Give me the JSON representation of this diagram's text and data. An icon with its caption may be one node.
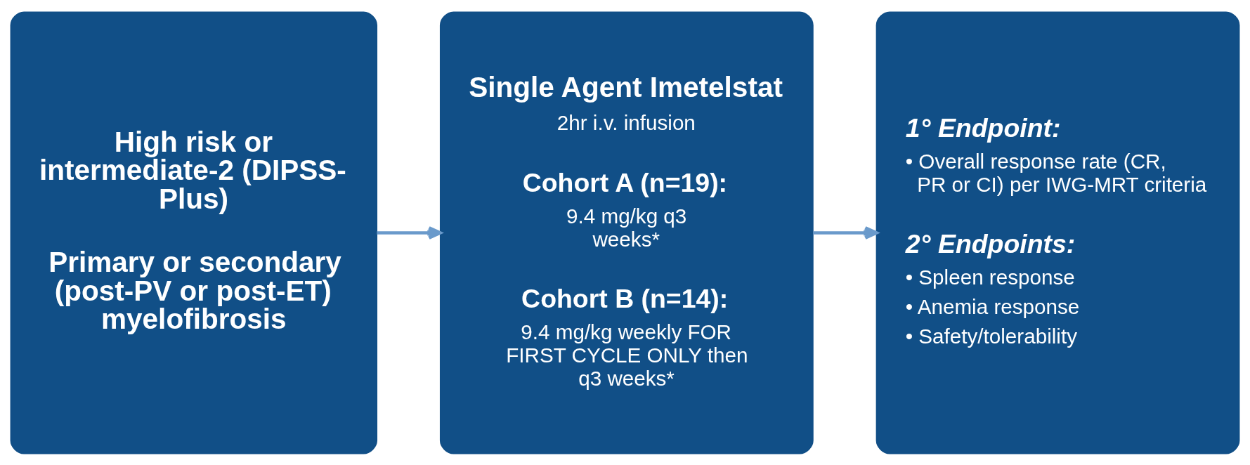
{
  "diagram": {
    "nodes": [
      {
        "text": [
          "High risk or intermediate-2 (DIPSS-Plus)",
          "Primary or secondary (post-PV or post-ET) myelofibrosis"
        ]
      },
      {
        "text": [
          "Single Agent Imetelstat",
          "2hr i.v. infusion",
          "Cohort A (n=19):",
          "9.4 mg/kg q3 weeks*",
          "Cohort B (n=14):",
          "9.4 mg/kg weekly FOR FIRST CYCLE ONLY then q3 weeks*"
        ]
      },
      {
        "text": [
          "1° Endpoint:",
          "• Overall response rate (CR, PR or CI) per IWG-MRT criteria",
          "2° Endpoints:",
          "• Spleen response",
          "• Anemia response",
          "• Safety/tolerability"
        ]
      }
    ],
    "edges": [
      {
        "from": 0,
        "to": 1,
        "arrow": "to"
      },
      {
        "from": 1,
        "to": 2,
        "arrow": "to"
      }
    ]
  }
}
